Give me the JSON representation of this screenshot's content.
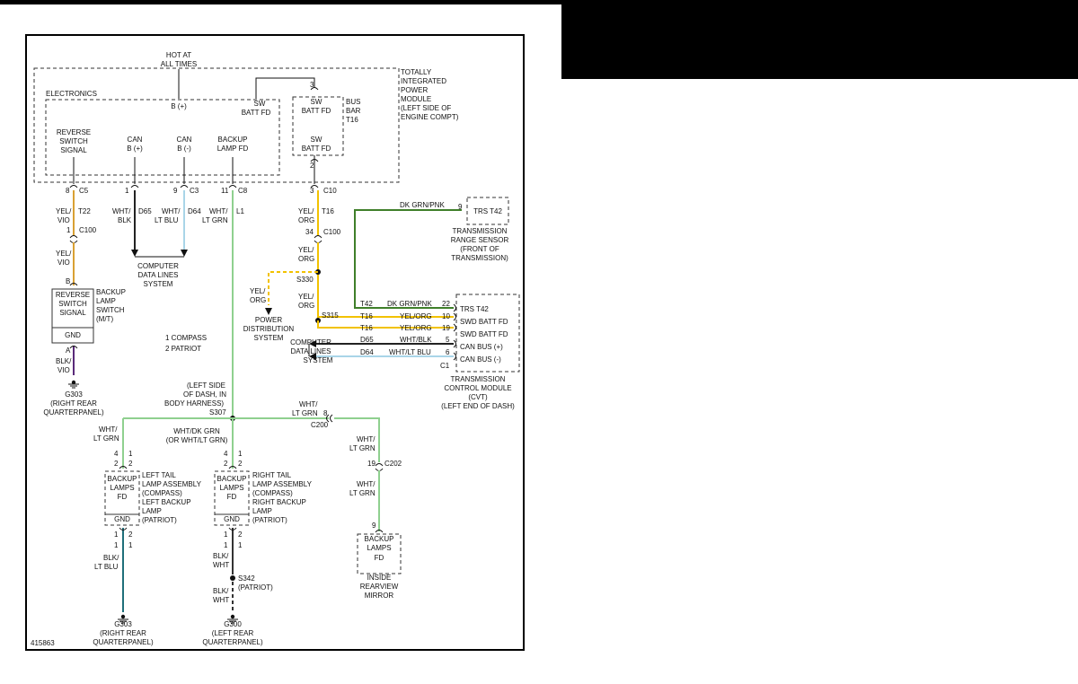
{
  "colors": {
    "yel_org": "#f2c200",
    "yel_vio": "#d9a033",
    "wht_blk": "#222222",
    "wht_lt_blu": "#a9d5e8",
    "wht_lt_grn": "#8fd08f",
    "dk_grn_pnk": "#3f7f2a",
    "blk_vio": "#5a2a7a",
    "blk_lt_blu": "#1f6f7a",
    "blk_wht": "#333333"
  },
  "labels": {
    "hot_at_1": "HOT AT",
    "hot_at_2": "ALL TIMES",
    "electronics": "ELECTRONICS",
    "tipm_1": "TOTALLY",
    "tipm_2": "INTEGRATED",
    "tipm_3": "POWER",
    "tipm_4": "MODULE",
    "tipm_5": "(LEFT SIDE OF",
    "tipm_6": "ENGINE COMPT)",
    "b_plus": "B (+)",
    "sw_batt_fd_1": "SW",
    "sw_batt_fd_2": "BATT FD",
    "pin_3_top": "3",
    "busbar_sw1": "SW",
    "busbar_fd1": "BATT FD",
    "busbar_sw2": "SW",
    "busbar_fd2": "BATT FD",
    "bus_1": "BUS",
    "bus_2": "BAR",
    "bus_3": "T16",
    "pin_2_bus": "2",
    "rev_1": "REVERSE",
    "rev_2": "SWITCH",
    "rev_3": "SIGNAL",
    "canp_1": "CAN",
    "canp_2": "B (+)",
    "canm_1": "CAN",
    "canm_2": "B (-)",
    "blf_1": "BACKUP",
    "blf_2": "LAMP FD",
    "c5_pin": "8",
    "c5": "C5",
    "d65_pin": "1",
    "d65_hdr": "D65",
    "c3_pin": "9",
    "c3": "C3",
    "c8_pin": "11",
    "c8": "C8",
    "c10_pin": "3",
    "c10": "C10",
    "yelvio_1": "YEL/",
    "yelvio_2": "VIO",
    "t22": "T22",
    "c100_l_pin": "1",
    "c100_l": "C100",
    "yelvio2_1": "YEL/",
    "yelvio2_2": "VIO",
    "whtblk_1": "WHT/",
    "whtblk_2": "BLK",
    "d65_lbl": "D65",
    "whtltblu_1": "WHT/",
    "whtltblu_2": "LT BLU",
    "d64_lbl": "D64",
    "whtltgrn_1": "WHT/",
    "whtltgrn_2": "LT GRN",
    "l1": "L1",
    "cdl_1": "COMPUTER",
    "cdl_2": "DATA LINES",
    "cdl_3": "SYSTEM",
    "yelorg_1": "YEL/",
    "yelorg_2": "ORG",
    "t16_a": "T16",
    "c100_r_pin": "34",
    "c100_r": "C100",
    "yelorg2_1": "YEL/",
    "yelorg2_2": "ORG",
    "s330": "S330",
    "yelorg3_1": "YEL/",
    "yelorg3_2": "ORG",
    "yelorg4_1": "YEL/",
    "yelorg4_2": "ORG",
    "pds_1": "POWER",
    "pds_2": "DISTRIBUTION",
    "pds_3": "SYSTEM",
    "s315": "S315",
    "dkgrnpnk_top": "DK GRN/PNK",
    "trs_pin9": "9",
    "trs_t42_top": "TRS T42",
    "trs_1": "TRANSMISSION",
    "trs_2": "RANGE SENSOR",
    "trs_3": "(FRONT OF",
    "trs_4": "TRANSMISSION)",
    "row1_circ": "T42",
    "row1_color": "DK GRN/PNK",
    "row1_pin": "22",
    "row1_name": "TRS T42",
    "row2_circ": "T16",
    "row2_color": "YEL/ORG",
    "row2_pin": "10",
    "row2_name": "SWD BATT FD",
    "row3_circ": "T16",
    "row3_color": "YEL/ORG",
    "row3_pin": "19",
    "row3_name": "SWD BATT FD",
    "row4_circ": "D65",
    "row4_color": "WHT/BLK",
    "row4_pin": "5",
    "row4_name": "CAN BUS (+)",
    "row5_circ": "D64",
    "row5_color": "WHT/LT BLU",
    "row5_pin": "6",
    "row5_name": "CAN BUS (-)",
    "c1": "C1",
    "cdl2_1": "COMPUTER",
    "cdl2_2": "DATA LINES",
    "cdl2_3": "SYSTEM",
    "tcm_1": "TRANSMISSION",
    "tcm_2": "CONTROL MODULE",
    "tcm_3": "(CVT)",
    "tcm_4": "(LEFT END OF DASH)",
    "bls_pin": "B",
    "bls_1": "REVERSE",
    "bls_2": "SWITCH",
    "bls_3": "SIGNAL",
    "bls_gnd": "GND",
    "blsw_1": "BACKUP",
    "blsw_2": "LAMP",
    "blsw_3": "SWITCH",
    "blsw_4": "(M/T)",
    "bls_pin_a": "A",
    "blkvio_1": "BLK/",
    "blkvio_2": "VIO",
    "g303_a": "G303",
    "g303_a1": "(RIGHT REAR",
    "g303_a2": "QUARTERPANEL)",
    "legend_1": "1  COMPASS",
    "legend_2": "2  PATRIOT",
    "lsd_1": "(LEFT SIDE",
    "lsd_2": "OF DASH, IN",
    "lsd_3": "BODY HARNESS)",
    "s307": "S307",
    "whtltgrn_r1": "WHT/",
    "whtltgrn_r2": "LT GRN",
    "c200_pin": "8",
    "c200": "C200",
    "whtltgrn_l1": "WHT/",
    "whtltgrn_l2": "LT GRN",
    "whtdkgrn_1": "WHT/DK GRN",
    "whtdkgrn_2": "(OR WHT/LT GRN)",
    "ll_p4": "4",
    "ll_p1": "1",
    "ll_p2a": "2",
    "ll_p2b": "2",
    "rl_p4": "4",
    "rl_p1": "1",
    "rl_p2a": "2",
    "rl_p2b": "2",
    "whtltgrn_m1": "WHT/",
    "whtltgrn_m2": "LT GRN",
    "c202_pin": "19",
    "c202": "C202",
    "whtltgrn_m3": "WHT/",
    "whtltgrn_m4": "LT GRN",
    "llbox_1": "BACKUP",
    "llbox_2": "LAMPS",
    "llbox_3": "FD",
    "llbox_gnd": "GND",
    "lla_1": "LEFT TAIL",
    "lla_2": "LAMP ASSEMBLY",
    "lla_3": "(COMPASS)",
    "lla_4": "LEFT BACKUP",
    "lla_5": "LAMP",
    "lla_6": "(PATRIOT)",
    "rlbox_1": "BACKUP",
    "rlbox_2": "LAMPS",
    "rlbox_3": "FD",
    "rlbox_gnd": "GND",
    "rla_1": "RIGHT TAIL",
    "rla_2": "LAMP ASSEMBLY",
    "rla_3": "(COMPASS)",
    "rla_4": "RIGHT BACKUP",
    "rla_5": "LAMP",
    "rla_6": "(PATRIOT)",
    "ll_g1a": "1",
    "ll_g2a": "2",
    "ll_g1b": "1",
    "ll_g1c": "1",
    "rl_g1a": "1",
    "rl_g2a": "2",
    "rl_g1b": "1",
    "rl_g1c": "1",
    "blkltblu_1": "BLK/",
    "blkltblu_2": "LT BLU",
    "blkwht_1": "BLK/",
    "blkwht_2": "WHT",
    "s342": "S342",
    "s342_p": "(PATRIOT)",
    "blkwht2_1": "BLK/",
    "blkwht2_2": "WHT",
    "g303_b": "G303",
    "g303_b1": "(RIGHT REAR",
    "g303_b2": "QUARTERPANEL)",
    "g300": "G300",
    "g300_1": "(LEFT REAR",
    "g300_2": "QUARTERPANEL)",
    "mir_pin": "9",
    "mir_1": "BACKUP",
    "mir_2": "LAMPS",
    "mir_3": "FD",
    "mirl_1": "INSIDE",
    "mirl_2": "REARVIEW",
    "mirl_3": "MIRROR",
    "fig_no": "415863"
  }
}
